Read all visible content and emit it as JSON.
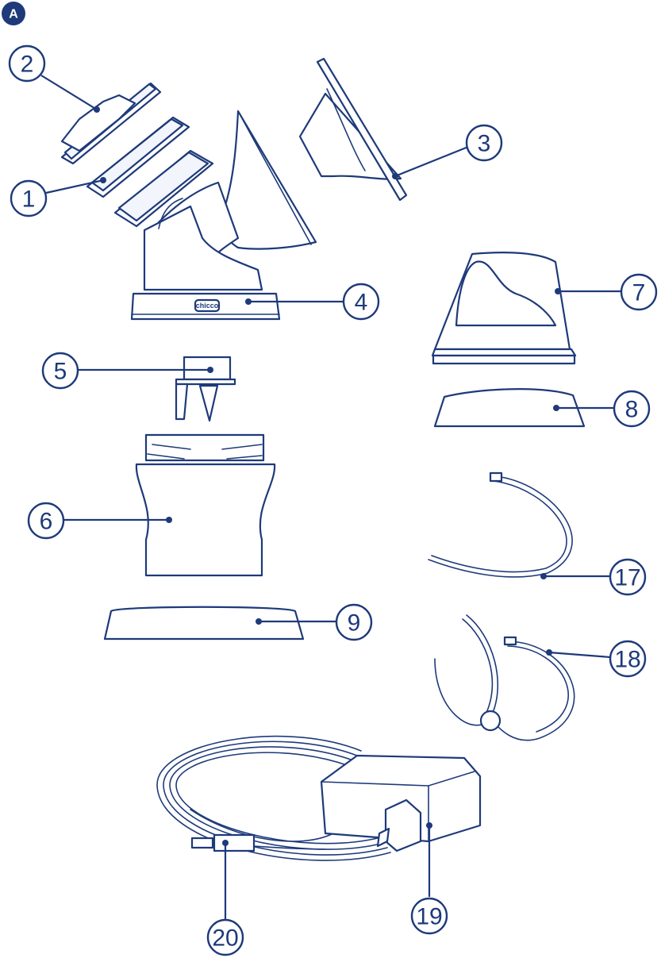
{
  "figure_label": "A",
  "callouts": [
    {
      "id": "1",
      "label": "1"
    },
    {
      "id": "2",
      "label": "2"
    },
    {
      "id": "3",
      "label": "3"
    },
    {
      "id": "4",
      "label": "4"
    },
    {
      "id": "5",
      "label": "5"
    },
    {
      "id": "6",
      "label": "6"
    },
    {
      "id": "7",
      "label": "7"
    },
    {
      "id": "8",
      "label": "8"
    },
    {
      "id": "9",
      "label": "9"
    },
    {
      "id": "17",
      "label": "17"
    },
    {
      "id": "18",
      "label": "18"
    },
    {
      "id": "19",
      "label": "19"
    },
    {
      "id": "20",
      "label": "20"
    }
  ],
  "logo_text": "chicco",
  "colors": {
    "line": "#1e3a7a",
    "fill": "#ffffff",
    "badge": "#1e3a7a"
  }
}
